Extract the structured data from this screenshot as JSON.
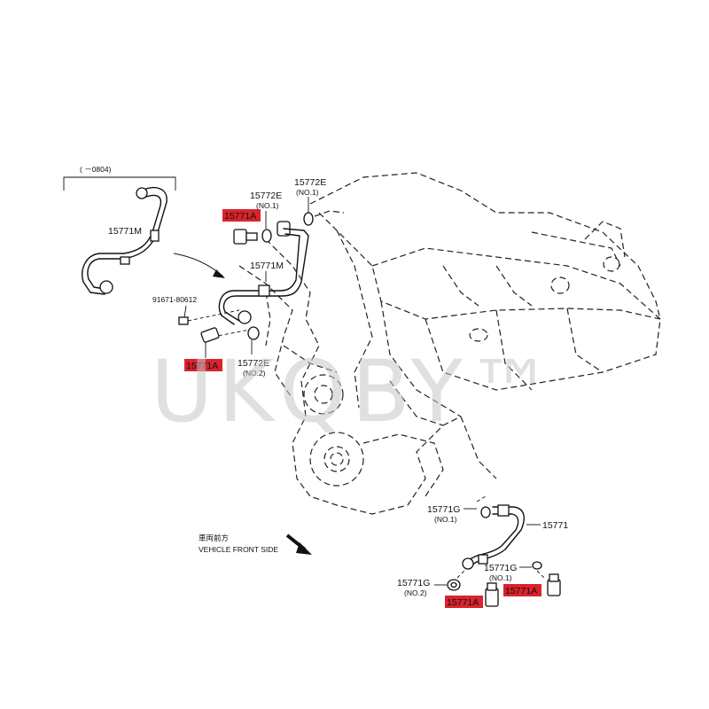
{
  "watermark": "UKQBY™",
  "labels": {
    "date_range": "( －0804)",
    "m_inset": "15771M",
    "bolt_part": "91671-80612",
    "e_no1_a": "15772E",
    "e_no1_a_sub": "(NO.1)",
    "e_no1_b": "15772E",
    "e_no1_b_sub": "(NO.1)",
    "a_upper": "15771A",
    "m_main": "15771M",
    "a_left": "15771A",
    "e_no2": "15772E",
    "e_no2_sub": "(NO.2)",
    "g_no1_top": "15771G",
    "g_no1_top_sub": "(NO.1)",
    "pipe_main": "15771",
    "g_no1_mid": "15771G",
    "g_no1_mid_sub": "(NO.1)",
    "a_right": "15771A",
    "g_no2": "15771G",
    "g_no2_sub": "(NO.2)",
    "a_bottom": "15771A",
    "front_jp": "車両前方",
    "front_en": "VEHICLE FRONT SIDE"
  },
  "colors": {
    "highlight": "#d9232d",
    "line": "#111111",
    "watermark": "#c8c8c8"
  }
}
